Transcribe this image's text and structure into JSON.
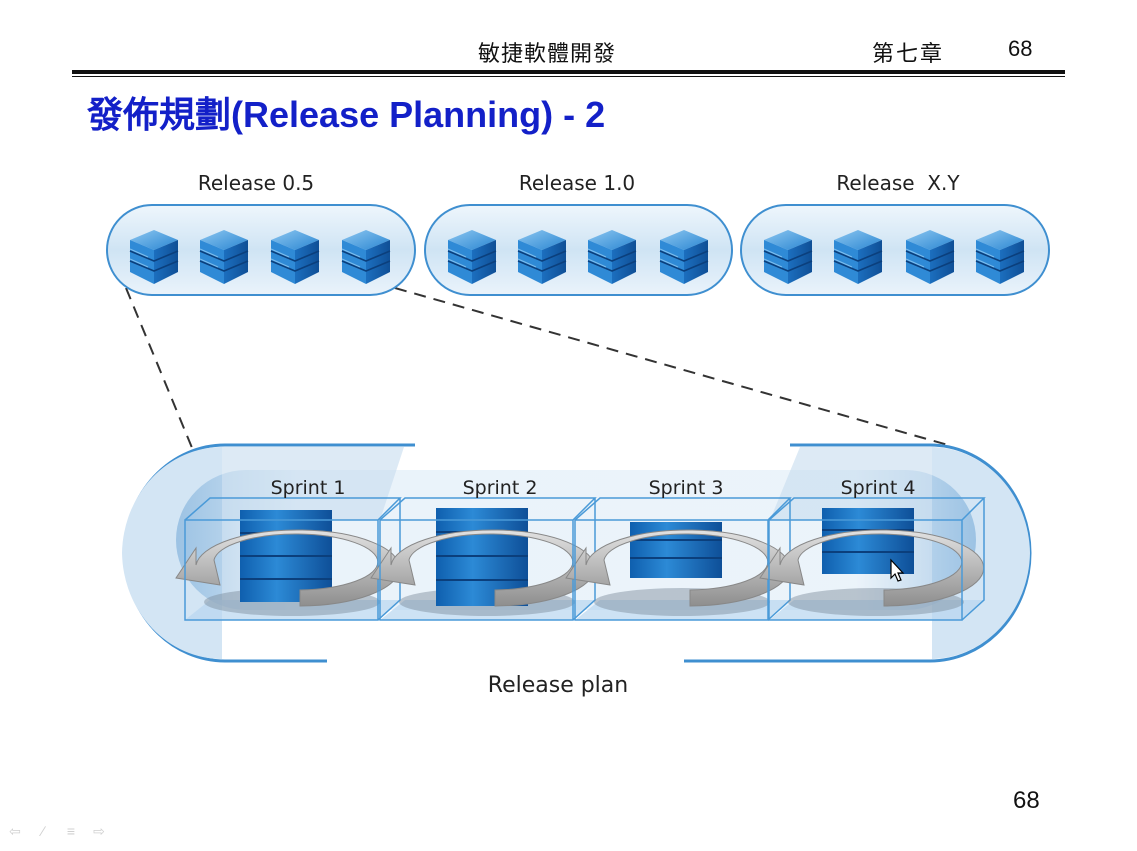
{
  "header": {
    "course": "敏捷軟體開發",
    "chapter": "第七章",
    "page_number": "68"
  },
  "title": {
    "cjk": "發佈規劃",
    "latin": "(Release Planning) - 2"
  },
  "diagram": {
    "releases": [
      {
        "label": "Release 0.5"
      },
      {
        "label": "Release 1.0"
      },
      {
        "label": "Release  X.Y"
      }
    ],
    "sprints": [
      {
        "label": "Sprint 1"
      },
      {
        "label": "Sprint 2"
      },
      {
        "label": "Sprint 3"
      },
      {
        "label": "Sprint 4"
      }
    ],
    "caption": "Release plan"
  },
  "footer": {
    "slide_number": "68"
  },
  "colors": {
    "title": "#1320c8",
    "capsule_stroke": "#3f8fd0",
    "cube": "#1e78c8",
    "arrow": "#a8a8a8"
  },
  "navigation": {
    "icons": [
      "prev-arrow-icon",
      "pen-icon",
      "menu-icon",
      "next-arrow-icon"
    ]
  }
}
